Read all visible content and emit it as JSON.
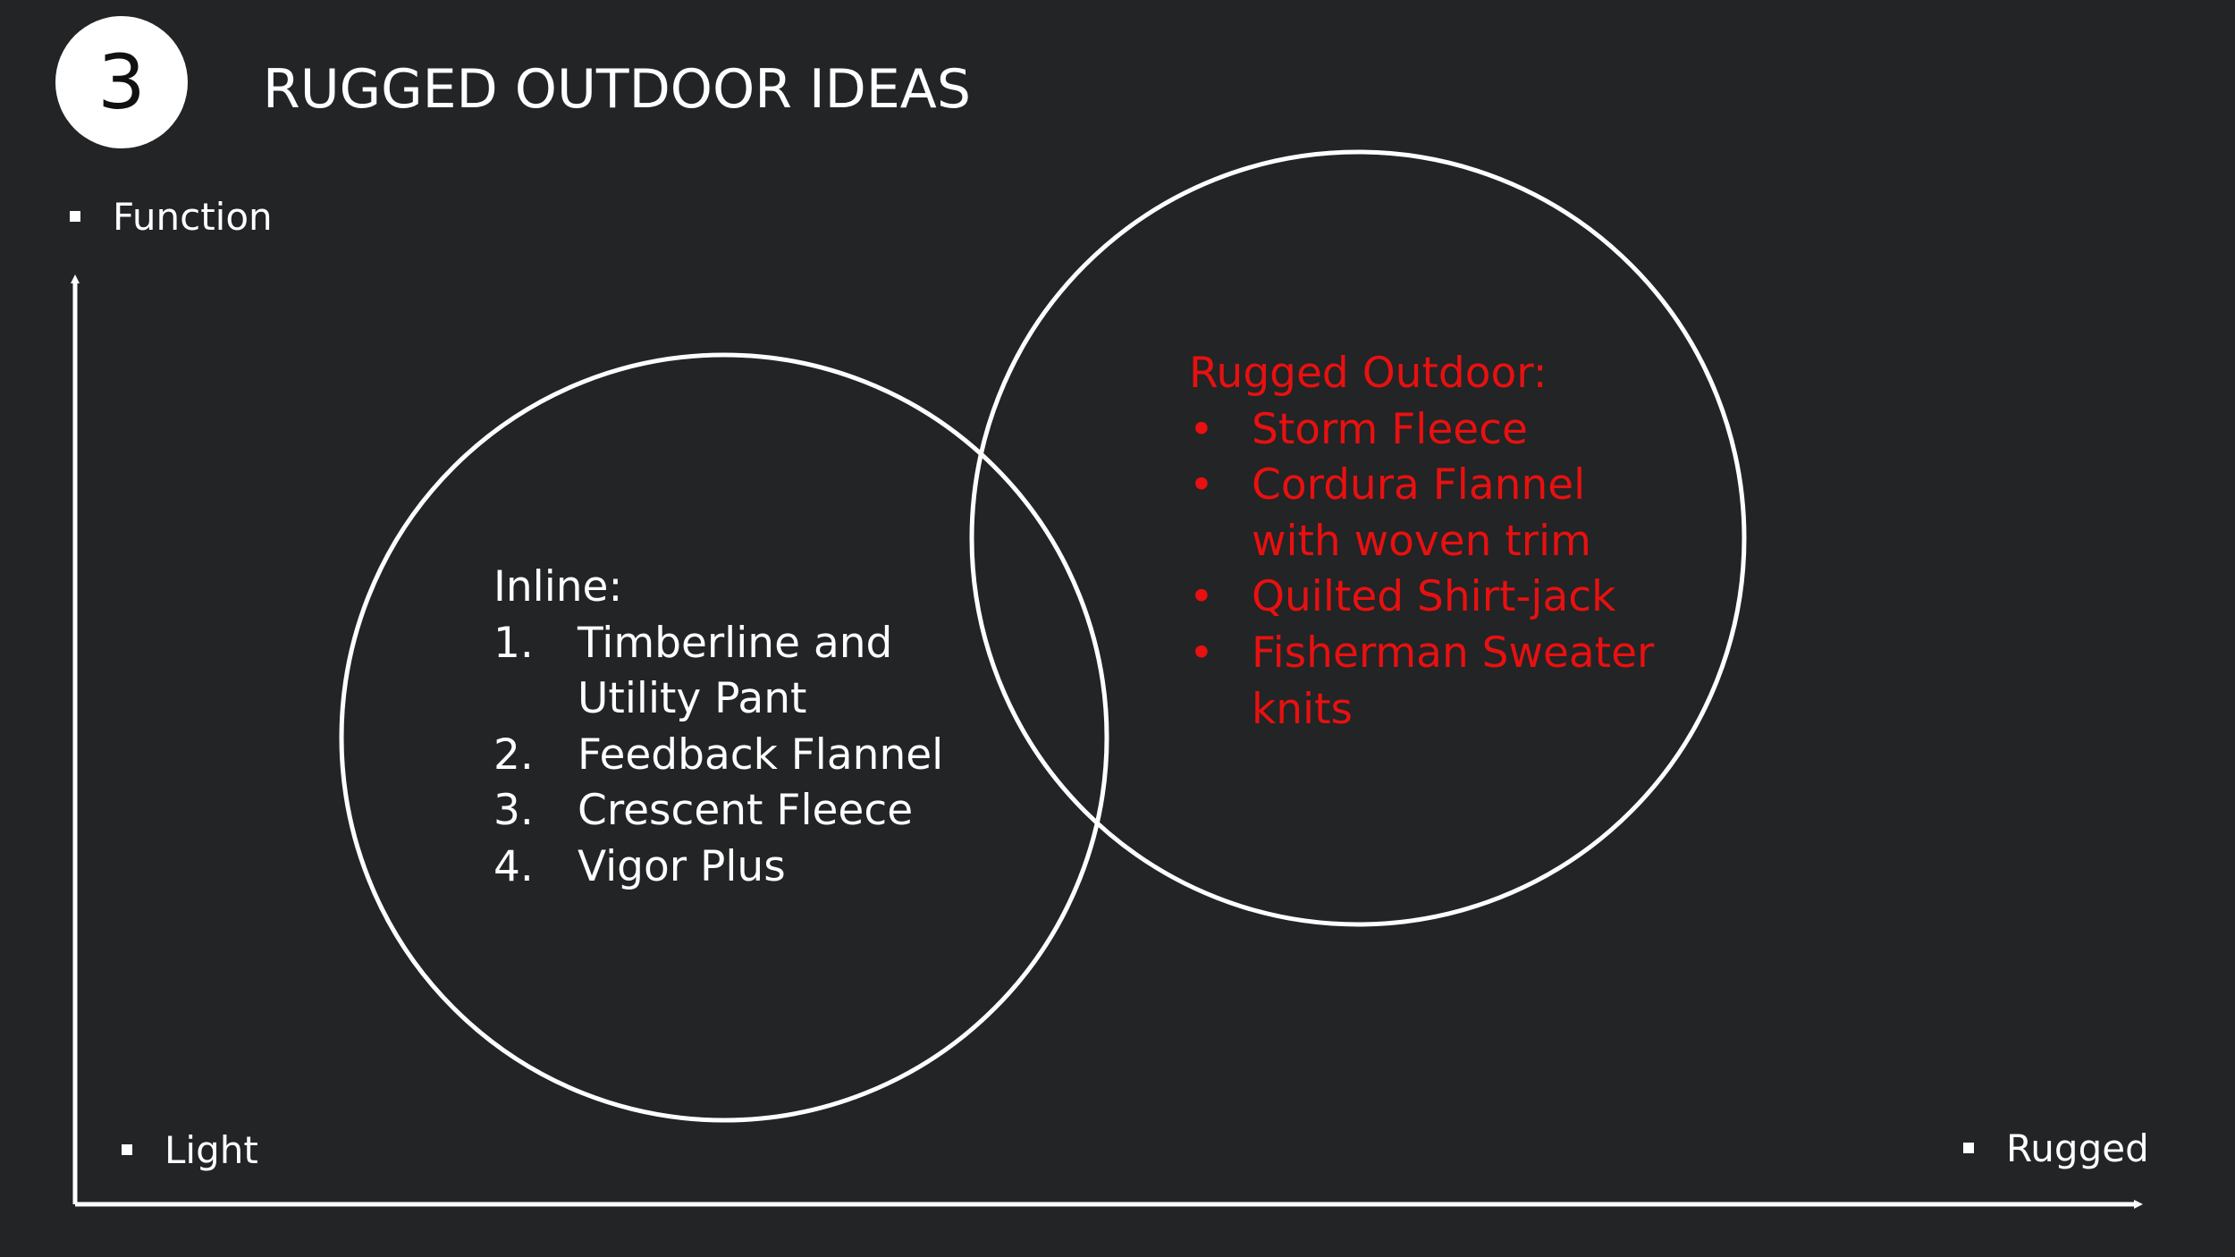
{
  "slide": {
    "number": "3",
    "title": "RUGGED OUTDOOR IDEAS"
  },
  "axes": {
    "y_label": "Function",
    "x_start_label": "Light",
    "x_end_label": "Rugged"
  },
  "colors": {
    "background": "#222425",
    "foreground": "#ffffff",
    "accent_red": "#e81010"
  },
  "inline_group": {
    "heading": "Inline:",
    "items": [
      {
        "marker": "1.",
        "lines": [
          "Timberline and",
          "Utility Pant"
        ]
      },
      {
        "marker": "2.",
        "lines": [
          "Feedback Flannel"
        ]
      },
      {
        "marker": "3.",
        "lines": [
          "Crescent Fleece"
        ]
      },
      {
        "marker": "4.",
        "lines": [
          "Vigor Plus"
        ]
      }
    ]
  },
  "rugged_group": {
    "heading": "Rugged Outdoor:",
    "items": [
      {
        "marker": "•",
        "lines": [
          "Storm Fleece"
        ]
      },
      {
        "marker": "•",
        "lines": [
          "Cordura Flannel",
          "with woven trim"
        ]
      },
      {
        "marker": "•",
        "lines": [
          "Quilted Shirt-jack"
        ]
      },
      {
        "marker": "•",
        "lines": [
          "Fisherman Sweater",
          "knits"
        ]
      }
    ]
  }
}
